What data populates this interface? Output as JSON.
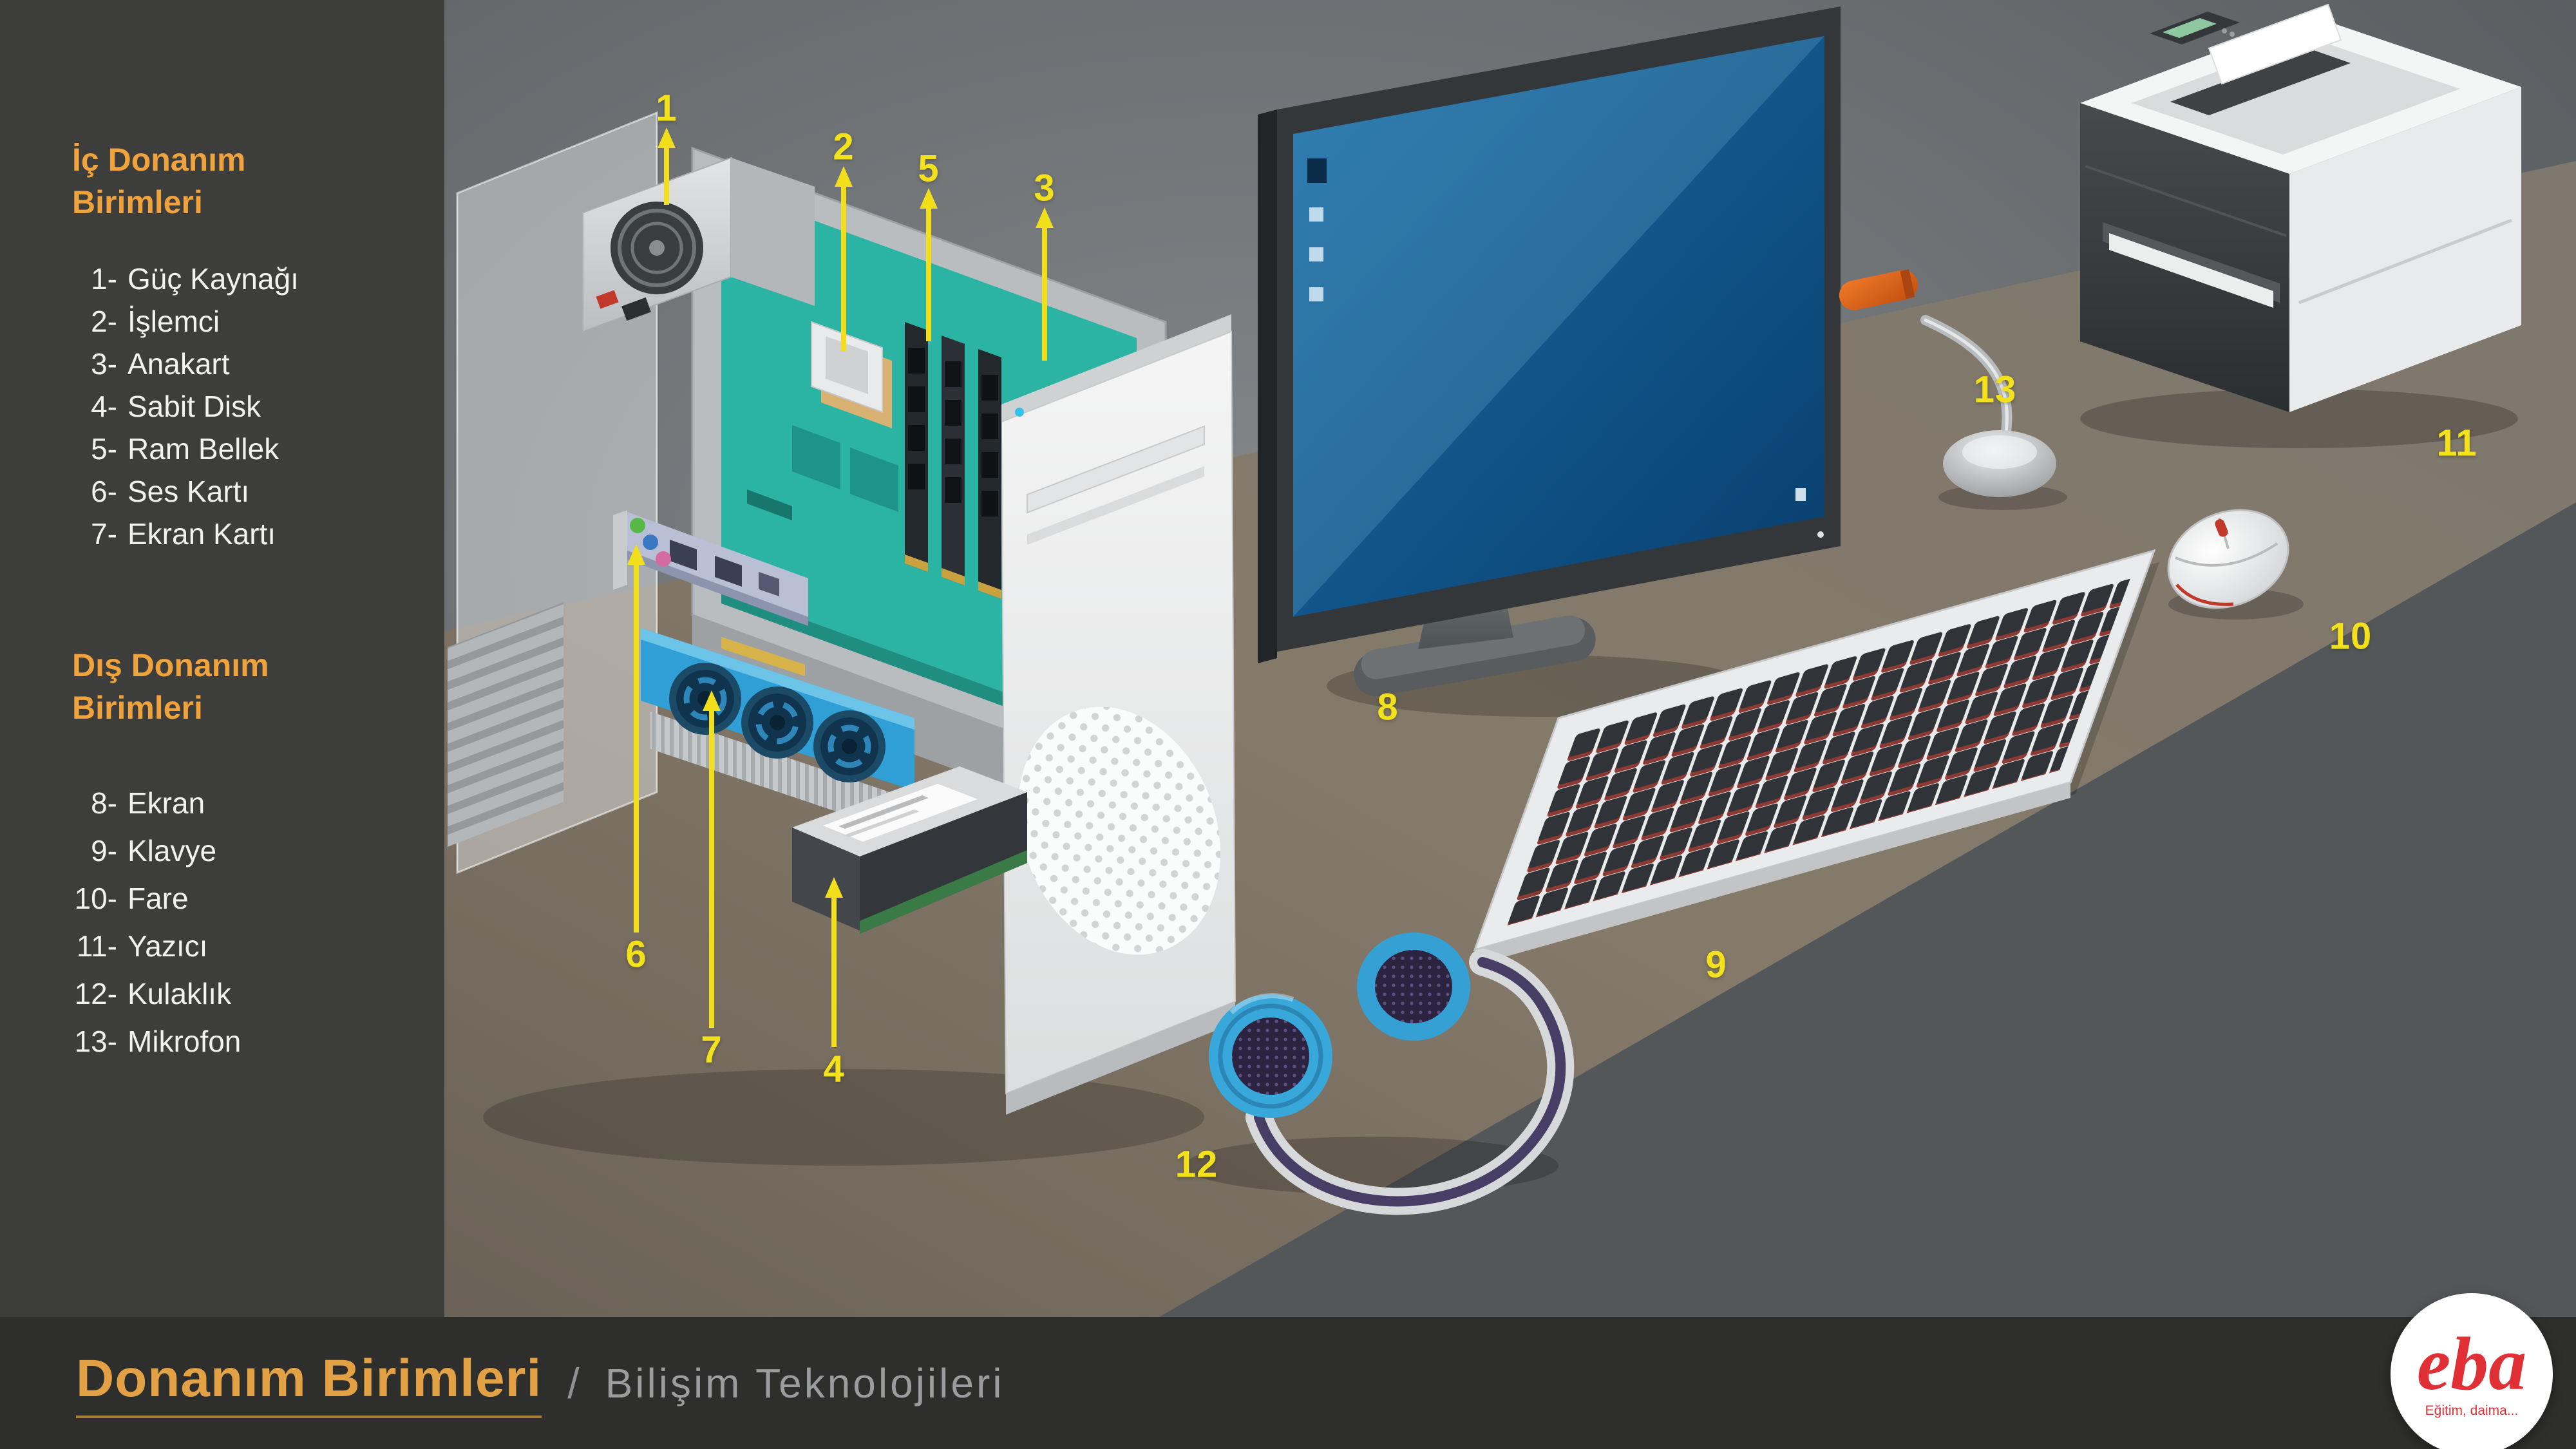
{
  "sidebar": {
    "internal": {
      "title": "İç Donanım\nBirimleri",
      "items": [
        {
          "num": "1-",
          "label": "Güç Kaynağı"
        },
        {
          "num": "2-",
          "label": "İşlemci"
        },
        {
          "num": "3-",
          "label": "Anakart"
        },
        {
          "num": "4-",
          "label": "Sabit Disk"
        },
        {
          "num": "5-",
          "label": "Ram Bellek"
        },
        {
          "num": "6-",
          "label": "Ses Kartı"
        },
        {
          "num": "7-",
          "label": "Ekran Kartı"
        }
      ]
    },
    "external": {
      "title": "Dış Donanım\nBirimleri",
      "items": [
        {
          "num": "8-",
          "label": "Ekran"
        },
        {
          "num": "9-",
          "label": "Klavye"
        },
        {
          "num": "10-",
          "label": "Fare"
        },
        {
          "num": "11-",
          "label": "Yazıcı"
        },
        {
          "num": "12-",
          "label": "Kulaklık"
        },
        {
          "num": "13-",
          "label": "Mikrofon"
        }
      ]
    }
  },
  "callouts": {
    "c1": "1",
    "c2": "2",
    "c3": "3",
    "c4": "4",
    "c5": "5",
    "c6": "6",
    "c7": "7",
    "c8": "8",
    "c9": "9",
    "c10": "10",
    "c11": "11",
    "c12": "12",
    "c13": "13"
  },
  "footer": {
    "title": "Donanım Birimleri",
    "separator": "/",
    "subtitle": "Bilişim Teknolojileri"
  },
  "logo": {
    "text": "eba",
    "tagline": "Eğitim, daima..."
  },
  "colors": {
    "accent_orange": "#f0a33c",
    "callout_yellow": "#f3e11c",
    "motherboard_teal": "#2bb3a3",
    "screen_blue": "#1a6ca6",
    "logo_red": "#e03036"
  }
}
